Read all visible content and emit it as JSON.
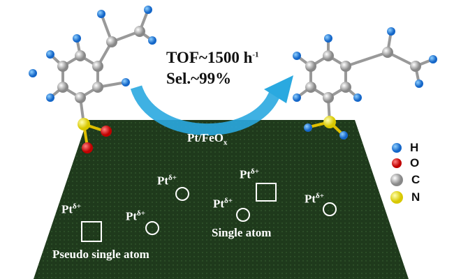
{
  "headline": {
    "tof": "TOF~1500 h",
    "tof_sup": "-1",
    "selectivity": "Sel.~99%"
  },
  "catalyst": {
    "label": "Pt/FeO",
    "label_sub": "x"
  },
  "pt_label": {
    "base": "Pt",
    "sup": "δ+"
  },
  "annotations": {
    "pseudo": "Pseudo single atom",
    "single": "Single atom"
  },
  "legend": [
    {
      "label": "H",
      "color": "#1e7fe0"
    },
    {
      "label": "O",
      "color": "#e01010"
    },
    {
      "label": "C",
      "color": "#a8a8a8"
    },
    {
      "label": "N",
      "color": "#f0e020"
    }
  ],
  "colors": {
    "surface": "#1f3a1c",
    "arrow": "#2aa9e0"
  }
}
